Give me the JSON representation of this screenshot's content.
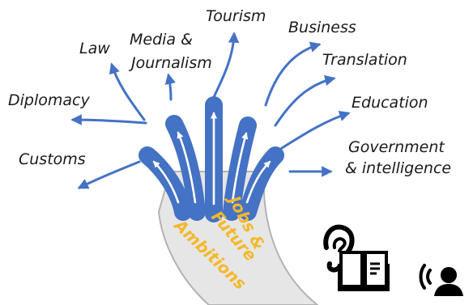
{
  "careers": {
    "tourism": "Tourism",
    "business": "Business",
    "media_line1": "Media &",
    "media_line2": "Journalism",
    "law": "Law",
    "translation": "Translation",
    "diplomacy": "Diplomacy",
    "education": "Education",
    "customs": "Customs",
    "government_line1": "Government",
    "government_line2": "& intelligence"
  },
  "road": {
    "line1": "Jobs &",
    "line2": "Future",
    "line3": "Ambitions"
  },
  "icons": [
    "ear-icon",
    "book-icon",
    "speaker-icon"
  ],
  "colors": {
    "arrow_blue": "#4472c4",
    "label_gold": "#f4b82a",
    "road_grey": "#e6e6e6"
  }
}
